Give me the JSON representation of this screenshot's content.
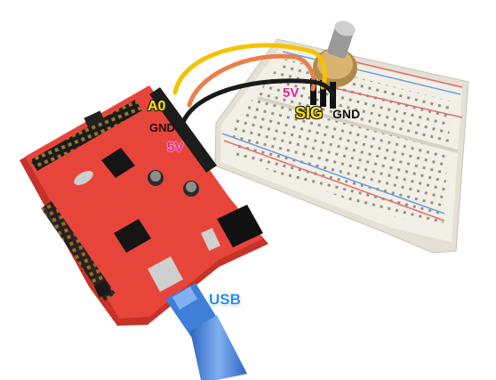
{
  "labels": {
    "a0": "A0",
    "gnd_board": "GND",
    "v5_board": "5V",
    "v5_pot": "5V",
    "sig": "SIG",
    "gnd_pot": "GND",
    "usb": "USB"
  },
  "colors": {
    "board_red": "#e8453a",
    "breadboard": "#f2efe6",
    "wire_yellow": "#f5c200",
    "wire_orange": "#e8804a",
    "wire_black": "#1a1a1a",
    "usb_cable": "#3f7fd8",
    "label_yellow": "#ffe600",
    "label_magenta": "#e0229a",
    "label_blue": "#2a8be8"
  }
}
